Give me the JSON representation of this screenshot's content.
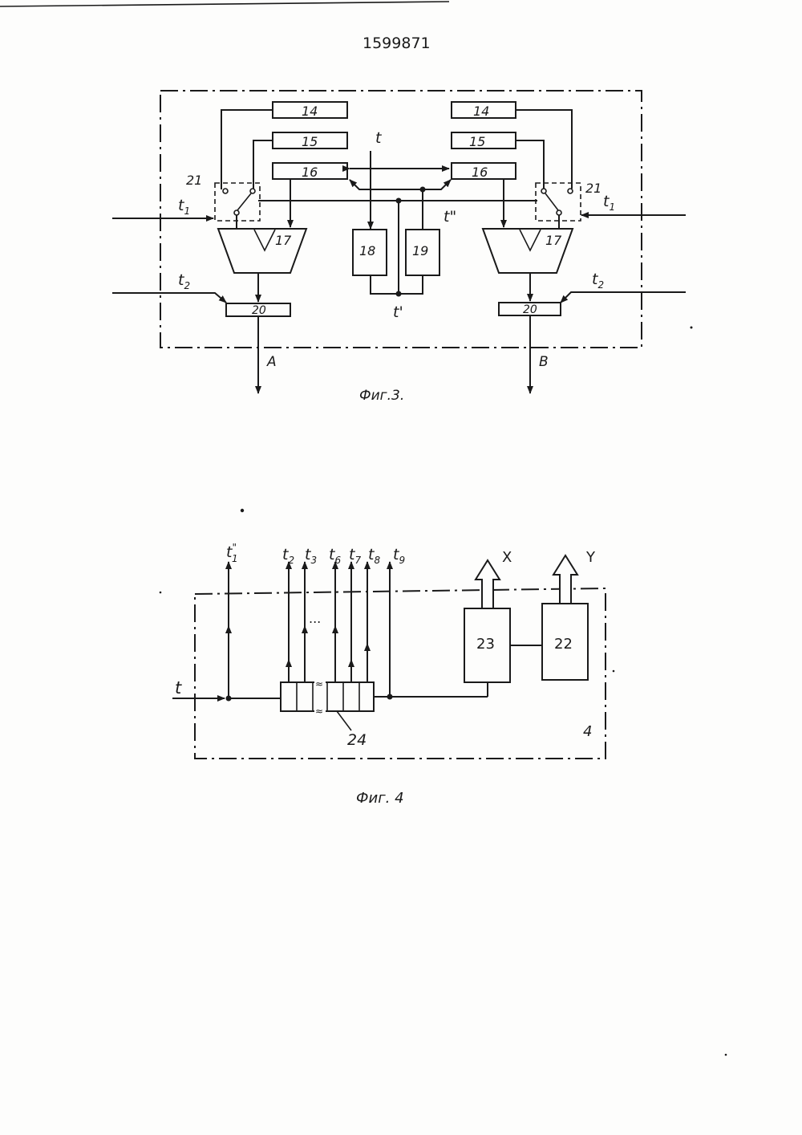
{
  "document": {
    "number": "1599871"
  },
  "fig3": {
    "caption": "Фиг.3.",
    "blocks": {
      "b14": "14",
      "b15": "15",
      "b16": "16",
      "b17": "17",
      "b18": "18",
      "b19": "19",
      "b20": "20",
      "b21": "21"
    },
    "signals": {
      "t": "t",
      "t1": "t",
      "t1_sub": "1",
      "t2": "t",
      "t2_sub": "2",
      "t_prime": "t'",
      "t_dprime": "t\""
    },
    "outputs": {
      "a": "A",
      "b": "B"
    }
  },
  "fig4": {
    "caption": "Фиг. 4",
    "input": "t",
    "outputs": [
      {
        "base": "t",
        "sub": "1",
        "sup": "\""
      },
      {
        "base": "t",
        "sub": "2"
      },
      {
        "base": "t",
        "sub": "3"
      },
      {
        "base": "t",
        "sub": "6"
      },
      {
        "base": "t",
        "sub": "7"
      },
      {
        "base": "t",
        "sub": "8"
      },
      {
        "base": "t",
        "sub": "9"
      }
    ],
    "ellipsis": "...",
    "blocks": {
      "b22": "22",
      "b23": "23",
      "b24": "24"
    },
    "bus_x": "X",
    "bus_y": "Y",
    "unit": "4"
  }
}
